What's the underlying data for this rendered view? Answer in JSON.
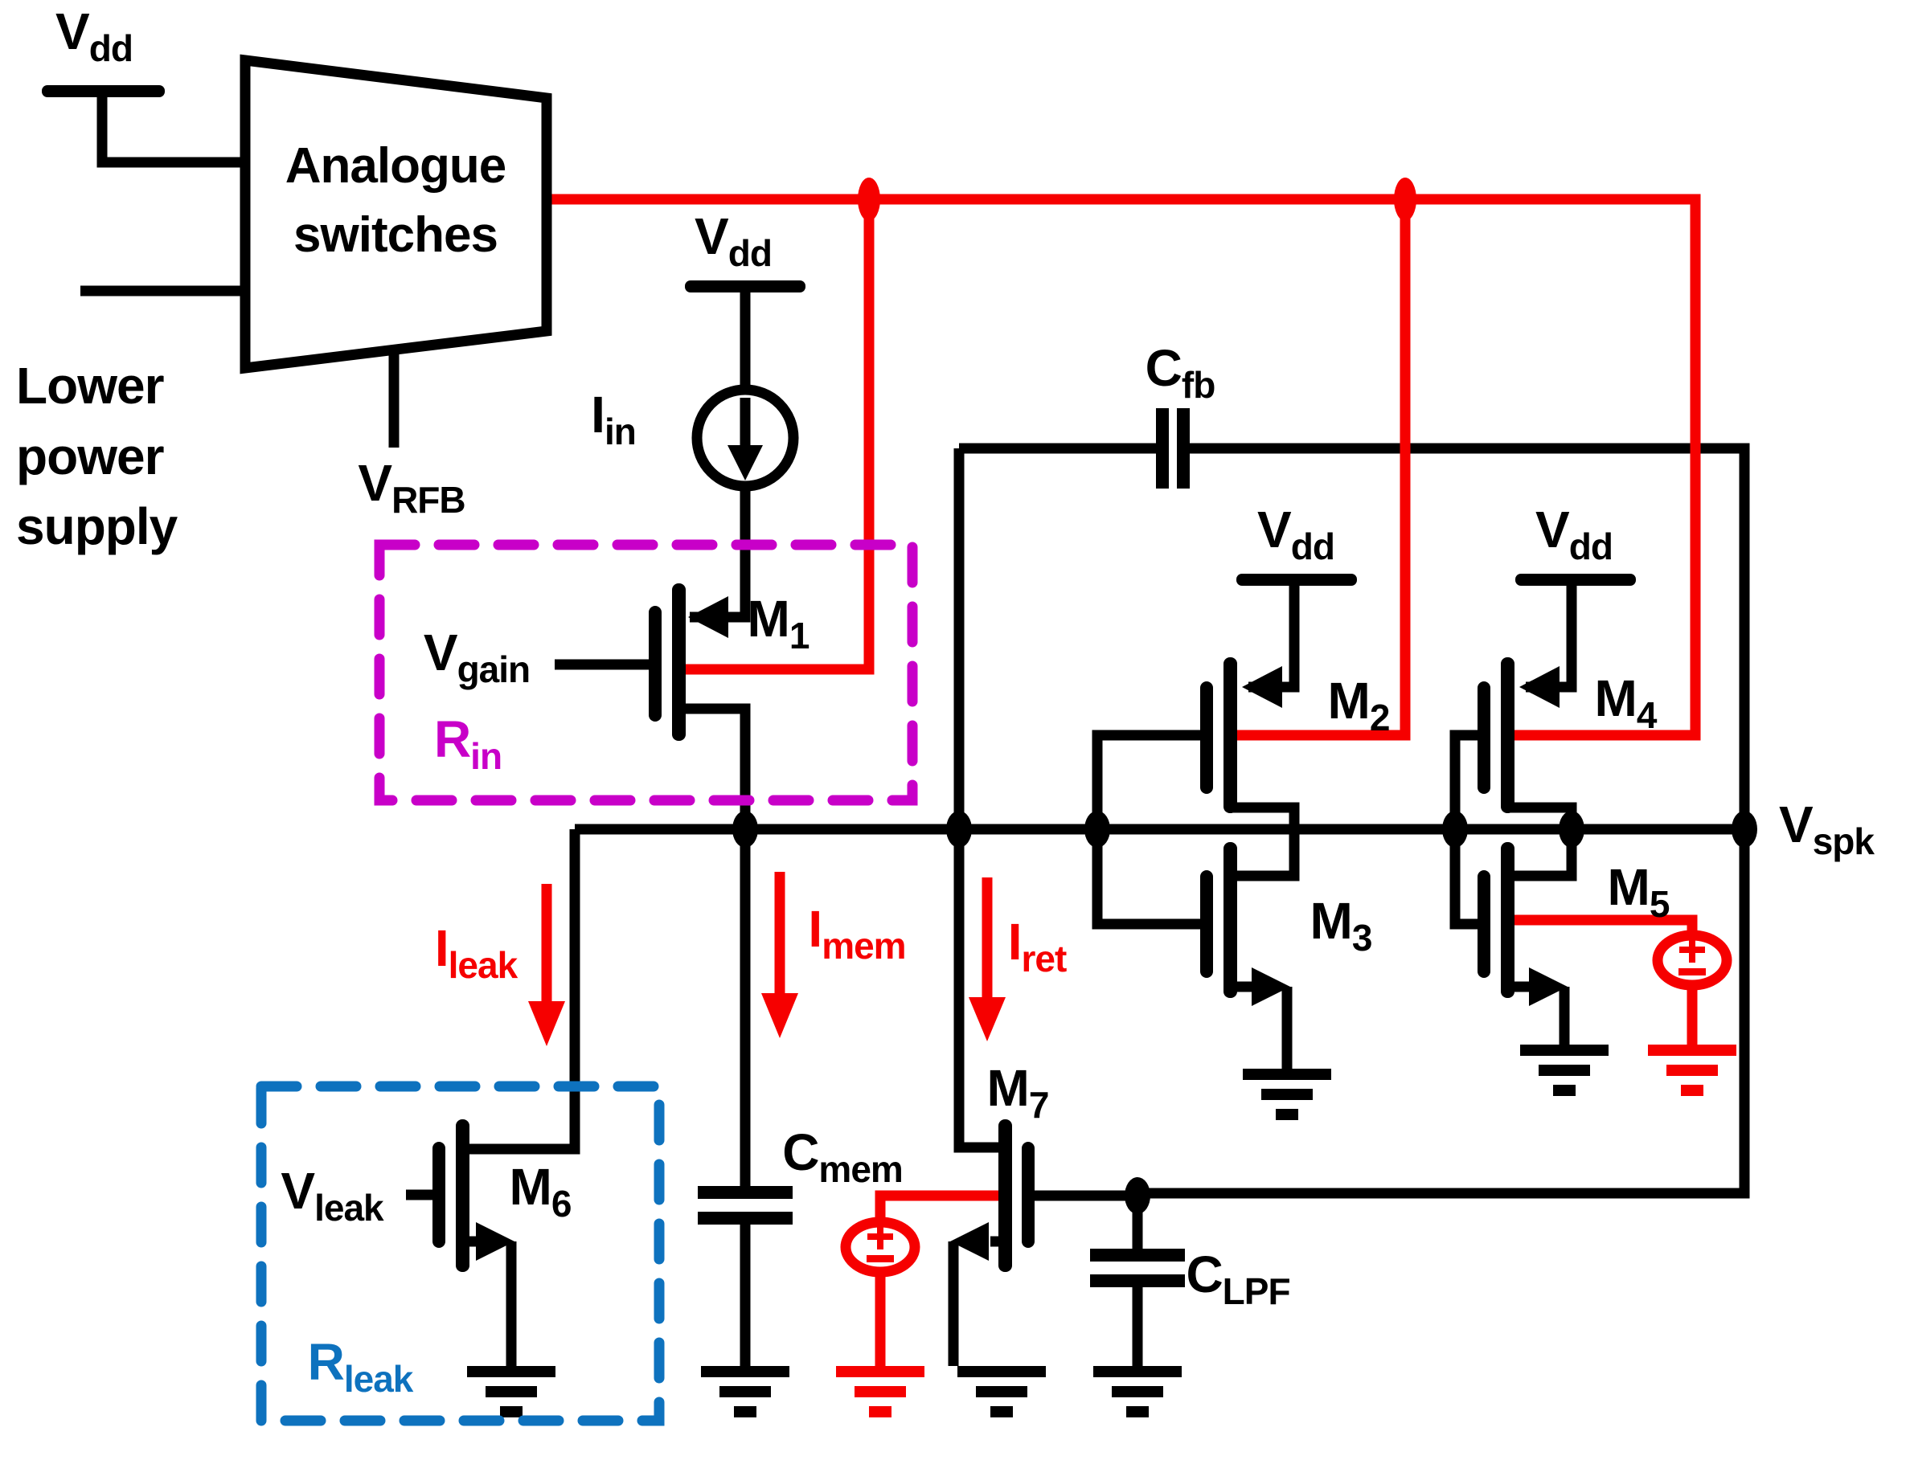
{
  "colors": {
    "wire": "#000000",
    "red": "#F60000",
    "magenta": "#C800C8",
    "blue": "#0E72BE",
    "bg": "#FFFFFF"
  },
  "block": {
    "line1": "Analogue",
    "line2": "switches"
  },
  "supply_text": {
    "line1": "Lower",
    "line2": "power",
    "line3": "supply"
  },
  "labels": {
    "vdd_top_left": {
      "main": "V",
      "sub": "dd"
    },
    "vdd_iin": {
      "main": "V",
      "sub": "dd"
    },
    "vdd_m2": {
      "main": "V",
      "sub": "dd"
    },
    "vdd_m4": {
      "main": "V",
      "sub": "dd"
    },
    "v_rfb": {
      "main": "V",
      "sub": "RFB"
    },
    "v_gain": {
      "main": "V",
      "sub": "gain"
    },
    "v_leak": {
      "main": "V",
      "sub": "leak"
    },
    "v_spk": {
      "main": "V",
      "sub": "spk"
    },
    "i_in": {
      "main": "I",
      "sub": "in"
    },
    "i_leak": {
      "main": "I",
      "sub": "leak"
    },
    "i_mem": {
      "main": "I",
      "sub": "mem"
    },
    "i_ret": {
      "main": "I",
      "sub": "ret"
    },
    "m1": {
      "main": "M",
      "sub": "1"
    },
    "m2": {
      "main": "M",
      "sub": "2"
    },
    "m3": {
      "main": "M",
      "sub": "3"
    },
    "m4": {
      "main": "M",
      "sub": "4"
    },
    "m5": {
      "main": "M",
      "sub": "5"
    },
    "m6": {
      "main": "M",
      "sub": "6"
    },
    "m7": {
      "main": "M",
      "sub": "7"
    },
    "c_fb": {
      "main": "C",
      "sub": "fb"
    },
    "c_mem": {
      "main": "C",
      "sub": "mem"
    },
    "c_lpf": {
      "main": "C",
      "sub": "LPF"
    },
    "r_in": {
      "main": "R",
      "sub": "in"
    },
    "r_leak": {
      "main": "R",
      "sub": "leak"
    }
  }
}
